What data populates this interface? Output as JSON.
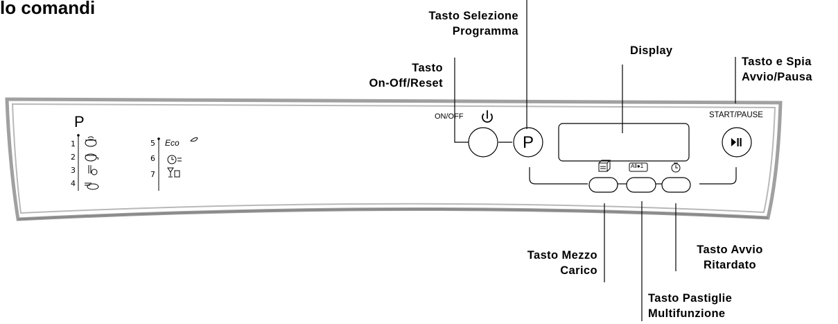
{
  "title": "lo comandi",
  "callouts": {
    "program_select": [
      "Tasto Selezione",
      "Programma"
    ],
    "on_off": [
      "Tasto",
      "On-Off/Reset"
    ],
    "display": "Display",
    "start_pause": [
      "Tasto e Spia",
      "Avvio/Pausa"
    ],
    "half_load": [
      "Tasto Mezzo",
      "Carico"
    ],
    "delay_start": [
      "Tasto Avvio",
      "Ritardato"
    ],
    "multi_tablets": [
      "Tasto Pastiglie",
      "Multifunzione"
    ]
  },
  "panel": {
    "on_off_label": "ON/OFF",
    "start_pause_label": "START/PAUSE",
    "program_letter": "P",
    "program_button_letter": "P",
    "programs_left": [
      "1",
      "2",
      "3",
      "4"
    ],
    "programs_right": [
      "5",
      "6",
      "7"
    ],
    "eco_text": "Eco",
    "tablets_icon_text": "All●1"
  },
  "colors": {
    "panel_stroke": "#9a9a9a",
    "line": "#000000"
  },
  "icons": [
    "power-icon",
    "play-pause-icon",
    "half-load-icon",
    "multi-tablets-icon",
    "delay-timer-icon"
  ]
}
